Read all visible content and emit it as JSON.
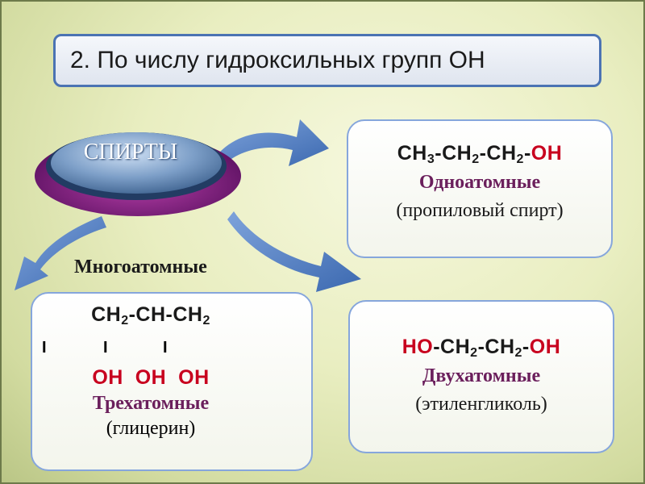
{
  "title": "2. По числу гидроксильных групп ОН",
  "badge": {
    "label": "СПИРТЫ"
  },
  "polyatomic_label": "Многоатомные",
  "monohydric": {
    "f1": "CH",
    "s1": "3",
    "f2": "-CH",
    "s2": "2",
    "f3": "-CH",
    "s3": "2",
    "f4": "-",
    "oh": "OH",
    "type": "Одноатомные",
    "name": "(пропиловый спирт)"
  },
  "trihydric": {
    "f1": "CH",
    "s1": "2",
    "f2": "-CH-CH",
    "s2": "2",
    "bar": "I",
    "oh_row": "OH  OH  OH",
    "type": "Трехатомные",
    "name": "(глицерин)"
  },
  "dihydric": {
    "ho": "HO",
    "f1": "-CH",
    "s1": "2",
    "f2": "-CH",
    "s2": "2",
    "f3": "-",
    "oh": "OH",
    "type": "Двухатомные",
    "name": "(этиленгликоль)"
  },
  "colors": {
    "hydroxyl": "#c8001e",
    "type_text": "#6b1f5c",
    "box_border": "#86a6dc",
    "arrow": "#4a78bd",
    "badge_ring": "#7a1f7c"
  }
}
